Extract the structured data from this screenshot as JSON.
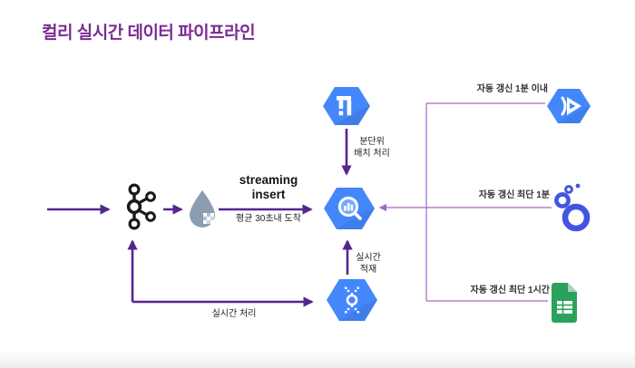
{
  "title": "컬리 실시간 데이터 파이프라인",
  "labels": {
    "streaming_insert": "streaming\ninsert",
    "avg_arrival": "평균 30초내 도착",
    "minute_batch": "분단위\n배치 처리",
    "realtime_load": "실시간\n적재",
    "realtime_processing": "실시간 처리"
  },
  "consumers": [
    {
      "label": "자동 갱신 1분 이내",
      "icon": "paper-plane-hexagon-icon"
    },
    {
      "label": "자동 갱신 최단 1분",
      "icon": "looker-rings-icon"
    },
    {
      "label": "자동 갱신 최단 1시간",
      "icon": "google-sheets-icon"
    }
  ],
  "nodes": {
    "kafka": "kafka-icon",
    "droplet": "data-droplet-icon",
    "bigquery": "bigquery-icon",
    "batch": "batch-transfer-hexagon-icon",
    "stream": "dna-helix-hexagon-icon"
  },
  "colors": {
    "title": "#7b2c91",
    "arrow": "#55258f",
    "thinLine": "#a763c8",
    "gcpBlue": "#4487fd",
    "lookerBlue": "#4355e0",
    "sheetsGreen": "#2ca15c",
    "sheetsFold": "#a5d2ba",
    "kafkaBlack": "#1a1a1a",
    "dropletGray": "#8c9db0",
    "text": "#1e1e1e"
  }
}
